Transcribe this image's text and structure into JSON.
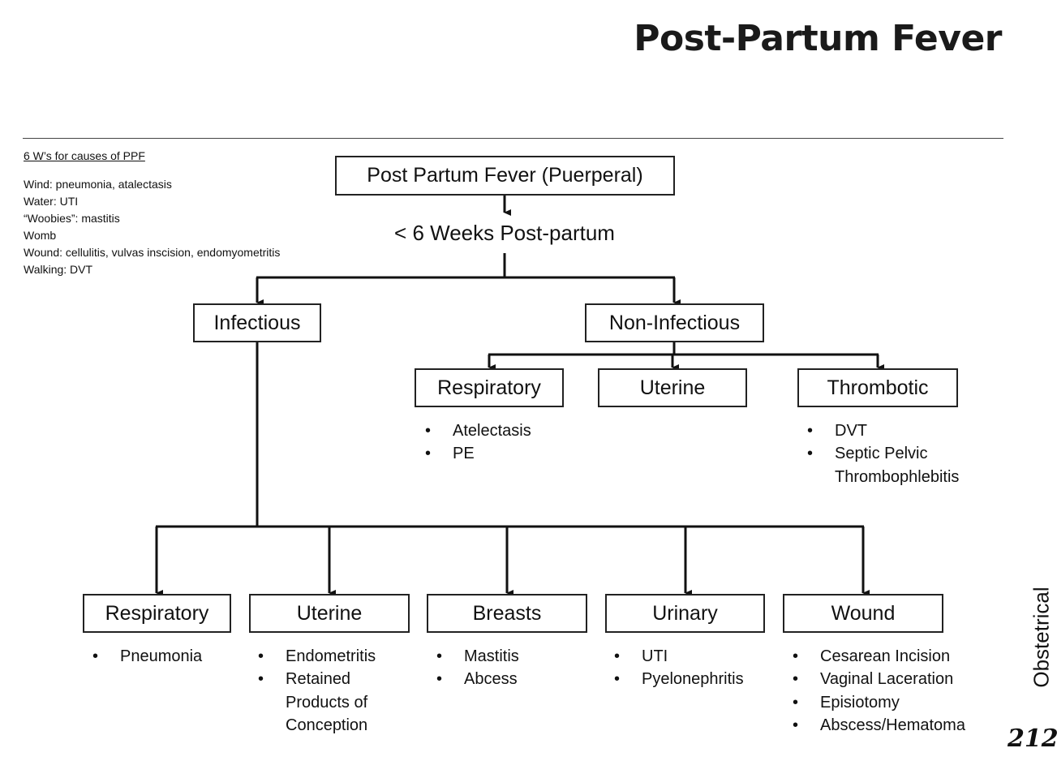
{
  "title": "Post-Partum Fever",
  "notes": {
    "heading": "6 W’s for causes of PPF",
    "lines": [
      "Wind: pneumonia, atalectasis",
      "Water: UTI",
      "“Woobies”: mastitis",
      "Womb",
      "Wound: cellulitis, vulvas inscision, endomyometritis",
      "Walking: DVT"
    ]
  },
  "root": "Post Partum Fever (Puerperal)",
  "subtitle": "< 6 Weeks Post-partum",
  "infectious": {
    "label": "Infectious",
    "children": [
      {
        "label": "Respiratory",
        "items": [
          "Pneumonia"
        ]
      },
      {
        "label": "Uterine",
        "items": [
          "Endometritis",
          "Retained Products of Conception"
        ]
      },
      {
        "label": "Breasts",
        "items": [
          "Mastitis",
          "Abcess"
        ]
      },
      {
        "label": "Urinary",
        "items": [
          "UTI",
          "Pyelonephritis"
        ]
      },
      {
        "label": "Wound",
        "items": [
          "Cesarean Incision",
          "Vaginal Laceration",
          "Episiotomy",
          "Abscess/Hematoma"
        ]
      }
    ]
  },
  "non_infectious": {
    "label": "Non-Infectious",
    "children": [
      {
        "label": "Respiratory",
        "items": [
          "Atelectasis",
          "PE"
        ]
      },
      {
        "label": "Uterine",
        "items": []
      },
      {
        "label": "Thrombotic",
        "items": [
          "DVT",
          "Septic Pelvic Thrombophlebitis"
        ]
      }
    ]
  },
  "side_label": "Obstetrical",
  "page_number": "212"
}
